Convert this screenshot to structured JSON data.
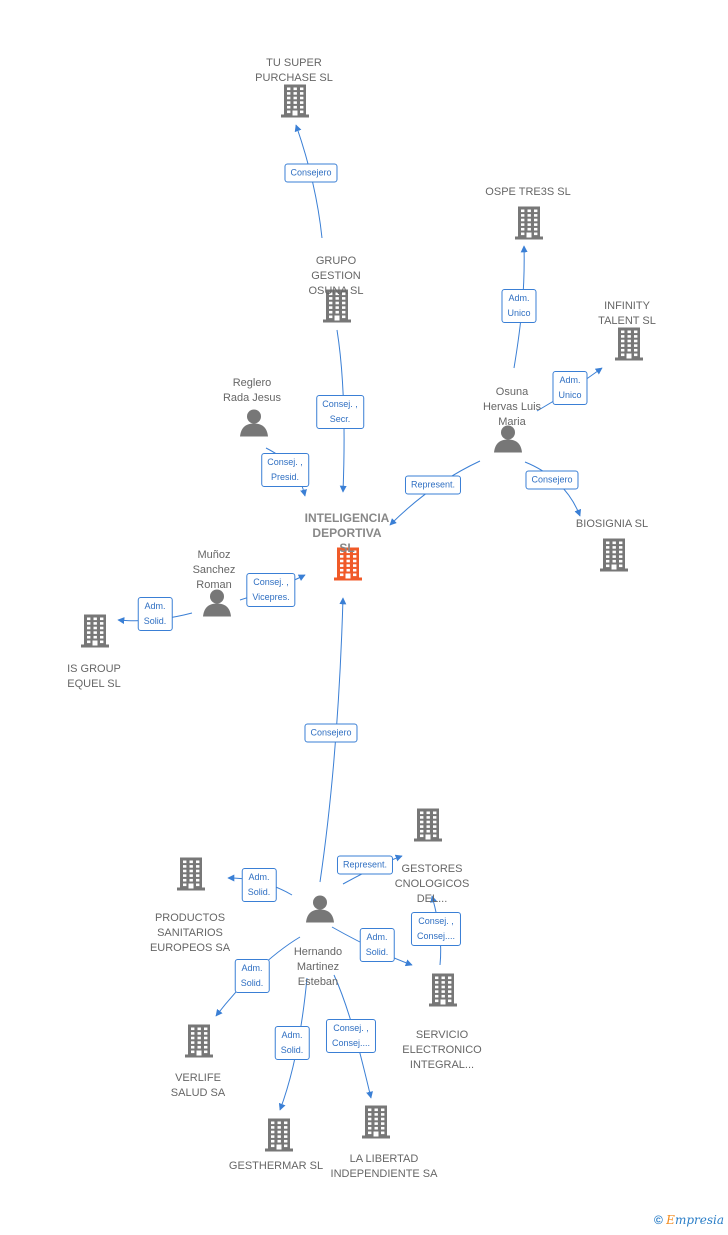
{
  "colors": {
    "edge": "#3a7fd5",
    "icon": "#777777",
    "main_icon": "#f05a28",
    "text": "#666666"
  },
  "nodes": [
    {
      "id": "tu_super",
      "type": "company",
      "label": "TU SUPER\nPURCHASE SL"
    },
    {
      "id": "grupo",
      "type": "company",
      "label": "GRUPO\nGESTION\nOSUNA SL"
    },
    {
      "id": "ospe",
      "type": "company",
      "label": "OSPE TRE3S SL"
    },
    {
      "id": "infinity",
      "type": "company",
      "label": "INFINITY\nTALENT SL"
    },
    {
      "id": "reglero",
      "type": "person",
      "label": "Reglero\nRada Jesus"
    },
    {
      "id": "osuna",
      "type": "person",
      "label": "Osuna\nHervas Luis\nMaria"
    },
    {
      "id": "main",
      "type": "main",
      "label": "INTELIGENCIA\nDEPORTIVA\nSL"
    },
    {
      "id": "biosignia",
      "type": "company",
      "label": "BIOSIGNIA SL"
    },
    {
      "id": "munoz",
      "type": "person",
      "label": "Muñoz\nSanchez\nRoman"
    },
    {
      "id": "isgroup",
      "type": "company",
      "label": "IS GROUP\nEQUEL SL"
    },
    {
      "id": "gestores",
      "type": "company",
      "label": "GESTORES\nCNOLOGICOS\nDEL..."
    },
    {
      "id": "productos",
      "type": "company",
      "label": "PRODUCTOS\nSANITARIOS\nEUROPEOS SA"
    },
    {
      "id": "hernando",
      "type": "person",
      "label": "Hernando\nMartinez\nEsteban"
    },
    {
      "id": "servicio",
      "type": "company",
      "label": "SERVICIO\nELECTRONICO\nINTEGRAL..."
    },
    {
      "id": "verlife",
      "type": "company",
      "label": "VERLIFE\nSALUD SA"
    },
    {
      "id": "gesthermar",
      "type": "company",
      "label": "GESTHERMAR SL"
    },
    {
      "id": "libertad",
      "type": "company",
      "label": "LA LIBERTAD\nINDEPENDIENTE SA"
    }
  ],
  "edges": [
    {
      "from": "grupo",
      "to": "tu_super",
      "label": "Consejero"
    },
    {
      "from": "grupo",
      "to": "main",
      "label": "Consej. ,\nSecr."
    },
    {
      "from": "osuna",
      "to": "ospe",
      "label": "Adm.\nUnico"
    },
    {
      "from": "osuna",
      "to": "infinity",
      "label": "Adm.\nUnico"
    },
    {
      "from": "osuna",
      "to": "main",
      "label": "Represent."
    },
    {
      "from": "osuna",
      "to": "biosignia",
      "label": "Consejero"
    },
    {
      "from": "reglero",
      "to": "main",
      "label": "Consej. ,\nPresid."
    },
    {
      "from": "munoz",
      "to": "main",
      "label": "Consej. ,\nVicepres."
    },
    {
      "from": "munoz",
      "to": "isgroup",
      "label": "Adm.\nSolid."
    },
    {
      "from": "hernando",
      "to": "main",
      "label": "Consejero"
    },
    {
      "from": "hernando",
      "to": "gestores",
      "label": "Represent."
    },
    {
      "from": "hernando",
      "to": "productos",
      "label": "Adm.\nSolid."
    },
    {
      "from": "hernando",
      "to": "servicio",
      "label": "Adm.\nSolid."
    },
    {
      "from": "servicio",
      "to": "gestores",
      "label": "Consej. ,\nConsej...."
    },
    {
      "from": "hernando",
      "to": "verlife",
      "label": "Adm.\nSolid."
    },
    {
      "from": "hernando",
      "to": "gesthermar",
      "label": "Adm.\nSolid."
    },
    {
      "from": "hernando",
      "to": "libertad",
      "label": "Consej. ,\nConsej...."
    }
  ],
  "footer": {
    "copyright": "©",
    "brand_initial": "E",
    "brand_rest": "mpresia"
  }
}
